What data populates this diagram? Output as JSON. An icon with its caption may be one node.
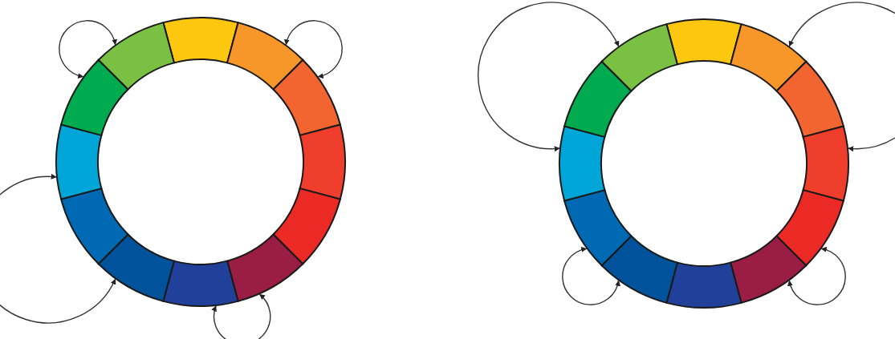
{
  "diagram": {
    "nodes": [
      {
        "text": [],
        "shape": "box"
      },
      {
        "text": [],
        "shape": "box"
      },
      {
        "text": [],
        "shape": "box"
      },
      {
        "text": [],
        "shape": "box"
      },
      {
        "text": [],
        "shape": "box"
      },
      {
        "text": [],
        "shape": "box"
      },
      {
        "text": [],
        "shape": "box"
      },
      {
        "text": [],
        "shape": "box"
      },
      {
        "text": [],
        "shape": "box"
      },
      {
        "text": [],
        "shape": "box"
      },
      {
        "text": [],
        "shape": "box"
      },
      {
        "text": [],
        "shape": "box"
      },
      {
        "text": [],
        "shape": "box"
      },
      {
        "text": [],
        "shape": "box"
      },
      {
        "text": [],
        "shape": "box"
      },
      {
        "text": [],
        "shape": "box"
      },
      {
        "text": [],
        "shape": "box"
      },
      {
        "text": [],
        "shape": "box"
      },
      {
        "text": [],
        "shape": "box"
      },
      {
        "text": [],
        "shape": "box"
      },
      {
        "text": [],
        "shape": "box"
      },
      {
        "text": [],
        "shape": "box"
      },
      {
        "text": [],
        "shape": "box"
      },
      {
        "text": [],
        "shape": "box"
      }
    ],
    "edges": [
      {
        "from": 11,
        "to": 10,
        "arrow": "both"
      },
      {
        "from": 1,
        "to": 2,
        "arrow": "both"
      },
      {
        "from": 9,
        "to": 7,
        "arrow": "both"
      },
      {
        "from": 6,
        "to": 5,
        "arrow": "both"
      },
      {
        "from": 23,
        "to": 21,
        "arrow": "both"
      },
      {
        "from": 13,
        "to": 15,
        "arrow": "both"
      },
      {
        "from": 20,
        "to": 19,
        "arrow": "both"
      },
      {
        "from": 16,
        "to": 17,
        "arrow": "both"
      }
    ]
  }
}
